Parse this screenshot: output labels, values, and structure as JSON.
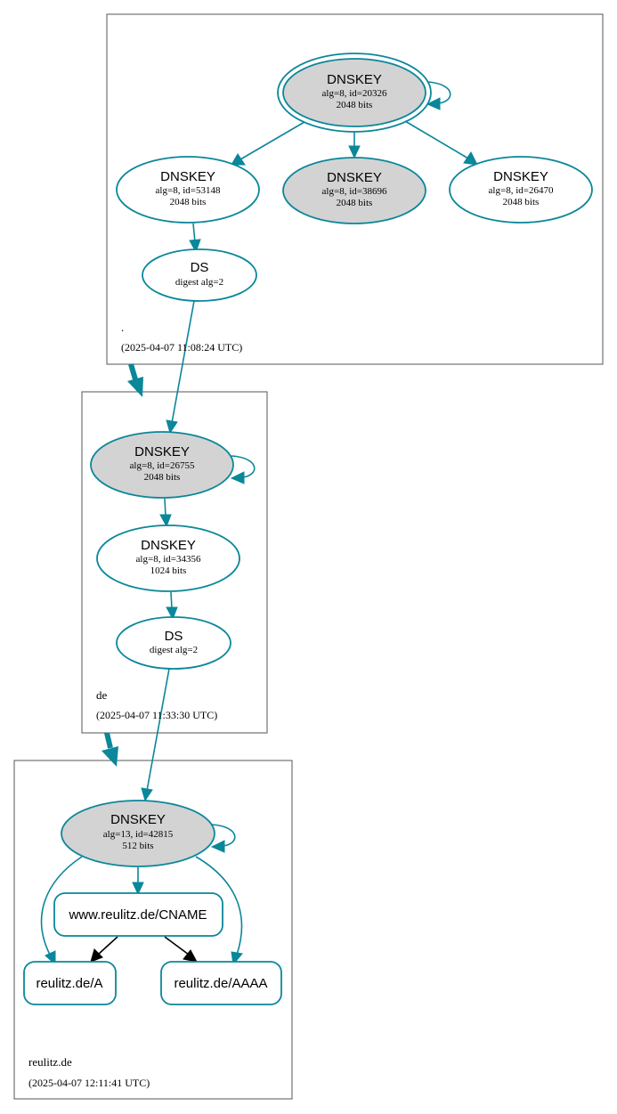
{
  "zones": {
    "root": {
      "name": ".",
      "time": "(2025-04-07 11:08:24 UTC)"
    },
    "de": {
      "name": "de",
      "time": "(2025-04-07 11:33:30 UTC)"
    },
    "reulitz": {
      "name": "reulitz.de",
      "time": "(2025-04-07 12:11:41 UTC)"
    }
  },
  "nodes": {
    "root_ksk": {
      "title": "DNSKEY",
      "line1": "alg=8, id=20326",
      "line2": "2048 bits"
    },
    "root_k1": {
      "title": "DNSKEY",
      "line1": "alg=8, id=53148",
      "line2": "2048 bits"
    },
    "root_k2": {
      "title": "DNSKEY",
      "line1": "alg=8, id=38696",
      "line2": "2048 bits"
    },
    "root_k3": {
      "title": "DNSKEY",
      "line1": "alg=8, id=26470",
      "line2": "2048 bits"
    },
    "de_ds": {
      "title": "DS",
      "line1": "digest alg=2"
    },
    "de_ksk": {
      "title": "DNSKEY",
      "line1": "alg=8, id=26755",
      "line2": "2048 bits"
    },
    "de_zsk": {
      "title": "DNSKEY",
      "line1": "alg=8, id=34356",
      "line2": "1024 bits"
    },
    "reulitz_ds": {
      "title": "DS",
      "line1": "digest alg=2"
    },
    "reulitz_key": {
      "title": "DNSKEY",
      "line1": "alg=13, id=42815",
      "line2": "512 bits"
    },
    "rr_cname": {
      "label": "www.reulitz.de/CNAME"
    },
    "rr_a": {
      "label": "reulitz.de/A"
    },
    "rr_aaaa": {
      "label": "reulitz.de/AAAA"
    }
  },
  "colors": {
    "edge": "#0a879a",
    "sep_fill": "#d3d3d3",
    "border": "#555555"
  }
}
